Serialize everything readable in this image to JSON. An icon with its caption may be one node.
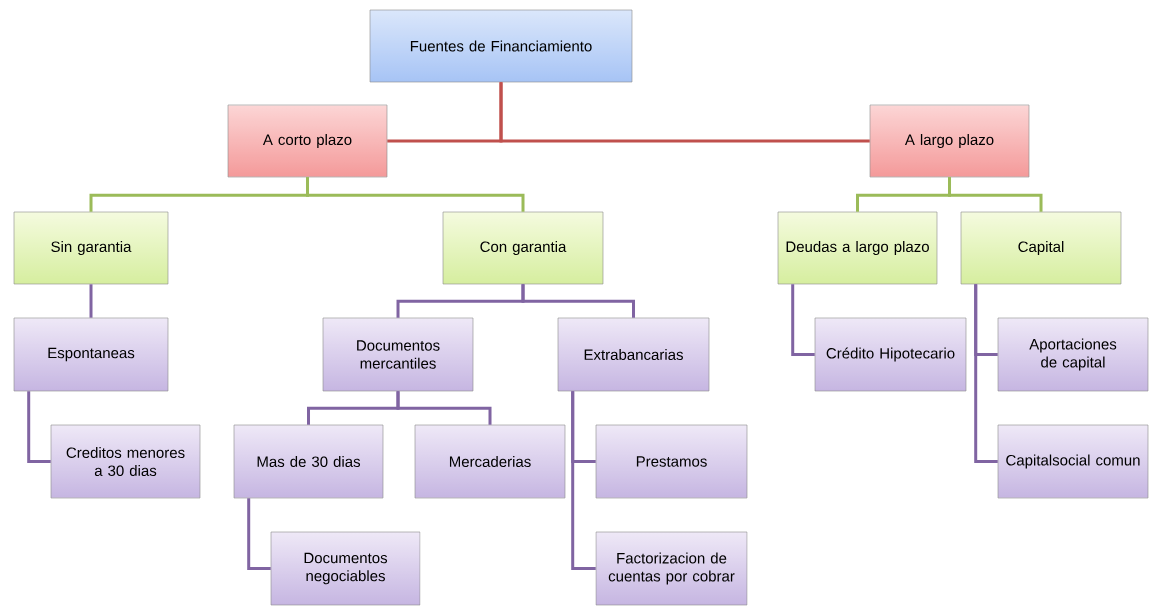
{
  "diagram": {
    "nodes": [
      {
        "text": [
          "Fuentes de Financiamiento"
        ]
      },
      {
        "text": [
          "A corto plazo"
        ]
      },
      {
        "text": [
          "A largo plazo"
        ]
      },
      {
        "text": [
          "Sin garantia"
        ]
      },
      {
        "text": [
          "Con garantia"
        ]
      },
      {
        "text": [
          "Deudas a largo plazo"
        ]
      },
      {
        "text": [
          "Capital"
        ]
      },
      {
        "text": [
          "Espontaneas"
        ]
      },
      {
        "text": [
          "Creditos menores a 30 dias"
        ]
      },
      {
        "text": [
          "Documentos mercantiles"
        ]
      },
      {
        "text": [
          "Extrabancarias"
        ]
      },
      {
        "text": [
          "Mas de 30 dias"
        ]
      },
      {
        "text": [
          "Mercaderias"
        ]
      },
      {
        "text": [
          "Documentos negociables"
        ]
      },
      {
        "text": [
          "Prestamos"
        ]
      },
      {
        "text": [
          "Factorizacion de cuentas por cobrar"
        ]
      },
      {
        "text": [
          "Crédito Hipotecario"
        ]
      },
      {
        "text": [
          "Aportaciones de capital"
        ]
      },
      {
        "text": [
          "Capitalsocial comun"
        ]
      }
    ],
    "edges": [
      {
        "from": 0,
        "to": 1,
        "arrow": "none",
        "color": "#c0504d"
      },
      {
        "from": 0,
        "to": 2,
        "arrow": "none",
        "color": "#c0504d"
      },
      {
        "from": 1,
        "to": 3,
        "arrow": "none",
        "color": "#9bbb59"
      },
      {
        "from": 1,
        "to": 4,
        "arrow": "none",
        "color": "#9bbb59"
      },
      {
        "from": 2,
        "to": 5,
        "arrow": "none",
        "color": "#9bbb59"
      },
      {
        "from": 2,
        "to": 6,
        "arrow": "none",
        "color": "#9bbb59"
      },
      {
        "from": 3,
        "to": 7,
        "arrow": "none"
      },
      {
        "from": 7,
        "to": 8,
        "arrow": "none"
      },
      {
        "from": 4,
        "to": 9,
        "arrow": "none"
      },
      {
        "from": 4,
        "to": 10,
        "arrow": "none"
      },
      {
        "from": 9,
        "to": 11,
        "arrow": "none"
      },
      {
        "from": 9,
        "to": 12,
        "arrow": "none"
      },
      {
        "from": 11,
        "to": 13,
        "arrow": "none"
      },
      {
        "from": 10,
        "to": 14,
        "arrow": "none"
      },
      {
        "from": 10,
        "to": 15,
        "arrow": "none"
      },
      {
        "from": 5,
        "to": 16,
        "arrow": "none"
      },
      {
        "from": 6,
        "to": 17,
        "arrow": "none"
      },
      {
        "from": 6,
        "to": 18,
        "arrow": "none"
      }
    ]
  }
}
